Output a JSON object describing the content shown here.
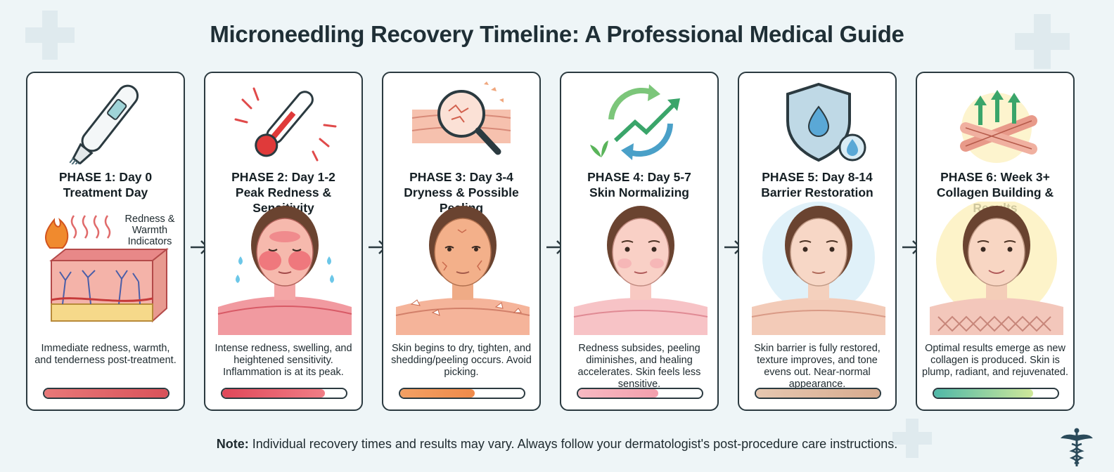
{
  "title": "Microneedling Recovery Timeline: A Professional Medical Guide",
  "phases": [
    {
      "heading": "PHASE 1: Day 0",
      "subheading": "Treatment Day",
      "description": "Immediate redness, warmth, and tenderness post-treatment.",
      "annotation": "Redness & Warmth Indicators",
      "icon": "microneedling-pen-icon",
      "progress": 1.0,
      "bar_colors": [
        "#e87878",
        "#d9525a"
      ]
    },
    {
      "heading": "PHASE 2: Day 1-2",
      "subheading": "Peak Redness & Sensitivity",
      "description": "Intense redness, swelling, and heightened sensitivity. Inflammation is at its peak.",
      "icon": "thermometer-icon",
      "progress": 0.83,
      "bar_colors": [
        "#e0485a",
        "#f07d86"
      ]
    },
    {
      "heading": "PHASE 3: Day 3-4",
      "subheading": "Dryness & Possible Peeling",
      "description": "Skin begins to dry, tighten, and shedding/peeling occurs. Avoid picking.",
      "icon": "magnifying-glass-icon",
      "progress": 0.6,
      "bar_colors": [
        "#f2a064",
        "#ef8a4a"
      ]
    },
    {
      "heading": "PHASE 4: Day 5-7",
      "subheading": "Skin Normalizing",
      "description": "Redness subsides, peeling diminishes, and healing accelerates. Skin feels less sensitive.",
      "icon": "renewal-arrows-icon",
      "progress": 0.65,
      "bar_colors": [
        "#f7b9c2",
        "#f39fad"
      ]
    },
    {
      "heading": "PHASE 5: Day 8-14",
      "subheading": "Barrier Restoration",
      "description": "Skin barrier is fully restored, texture improves, and tone evens out. Near-normal appearance.",
      "icon": "shield-droplet-icon",
      "progress": 1.0,
      "bar_colors": [
        "#e6c7b0",
        "#d7ab8f"
      ]
    },
    {
      "heading": "PHASE 6: Week 3+",
      "subheading": "Collagen Building & Results",
      "description": "Optimal results emerge as new collagen is produced. Skin is plump, radiant, and rejuvenated.",
      "icon": "collagen-fibers-icon",
      "progress": 0.8,
      "bar_colors": [
        "#4fb8a8",
        "#cfe89a"
      ]
    }
  ],
  "note_label": "Note:",
  "note_text": " Individual recovery times and results may vary. Always follow your dermatologist's post-procedure care instructions."
}
